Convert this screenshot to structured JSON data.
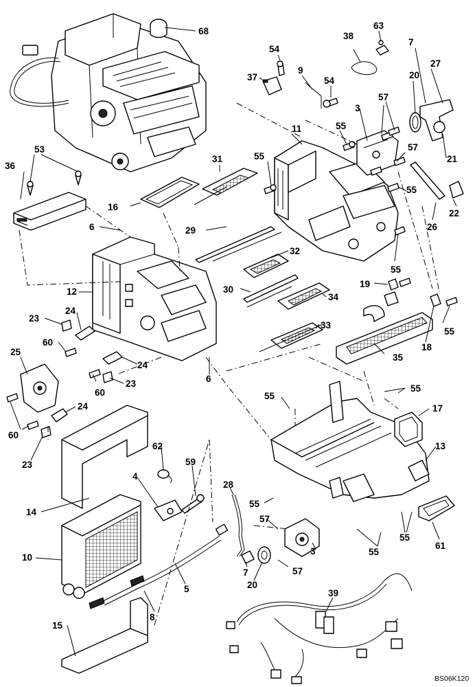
{
  "diagram": {
    "drawing_code": "BS06K120",
    "callouts": [
      {
        "id": "c68",
        "text": "68"
      },
      {
        "id": "c54a",
        "text": "54"
      },
      {
        "id": "c38",
        "text": "38"
      },
      {
        "id": "c63",
        "text": "63"
      },
      {
        "id": "c7a",
        "text": "7"
      },
      {
        "id": "c27",
        "text": "27"
      },
      {
        "id": "c37",
        "text": "37"
      },
      {
        "id": "c9",
        "text": "9"
      },
      {
        "id": "c54b",
        "text": "54"
      },
      {
        "id": "c20a",
        "text": "20"
      },
      {
        "id": "c57a",
        "text": "57"
      },
      {
        "id": "c3a",
        "text": "3"
      },
      {
        "id": "c55a",
        "text": "55"
      },
      {
        "id": "c11",
        "text": "11"
      },
      {
        "id": "c57b",
        "text": "57"
      },
      {
        "id": "c21",
        "text": "21"
      },
      {
        "id": "c53",
        "text": "53"
      },
      {
        "id": "c36",
        "text": "36"
      },
      {
        "id": "c31",
        "text": "31"
      },
      {
        "id": "c55b",
        "text": "55"
      },
      {
        "id": "c55c",
        "text": "55"
      },
      {
        "id": "c22",
        "text": "22"
      },
      {
        "id": "c16",
        "text": "16"
      },
      {
        "id": "c26",
        "text": "26"
      },
      {
        "id": "c6a",
        "text": "6"
      },
      {
        "id": "c29",
        "text": "29"
      },
      {
        "id": "c32",
        "text": "32"
      },
      {
        "id": "c55d",
        "text": "55"
      },
      {
        "id": "c12",
        "text": "12"
      },
      {
        "id": "c19",
        "text": "19"
      },
      {
        "id": "c30",
        "text": "30"
      },
      {
        "id": "c34",
        "text": "34"
      },
      {
        "id": "c24a",
        "text": "24"
      },
      {
        "id": "c23a",
        "text": "23"
      },
      {
        "id": "c33",
        "text": "33"
      },
      {
        "id": "c55e",
        "text": "55"
      },
      {
        "id": "c18",
        "text": "18"
      },
      {
        "id": "c60a",
        "text": "60"
      },
      {
        "id": "c35",
        "text": "35"
      },
      {
        "id": "c25",
        "text": "25"
      },
      {
        "id": "c24b",
        "text": "24"
      },
      {
        "id": "c23b",
        "text": "23"
      },
      {
        "id": "c6b",
        "text": "6"
      },
      {
        "id": "c60b",
        "text": "60"
      },
      {
        "id": "c55f",
        "text": "55"
      },
      {
        "id": "c55g",
        "text": "55"
      },
      {
        "id": "c24c",
        "text": "24"
      },
      {
        "id": "c17",
        "text": "17"
      },
      {
        "id": "c60c",
        "text": "60"
      },
      {
        "id": "c62",
        "text": "62"
      },
      {
        "id": "c23c",
        "text": "23"
      },
      {
        "id": "c13",
        "text": "13"
      },
      {
        "id": "c59",
        "text": "59"
      },
      {
        "id": "c4",
        "text": "4"
      },
      {
        "id": "c28",
        "text": "28"
      },
      {
        "id": "c55h",
        "text": "55"
      },
      {
        "id": "c14",
        "text": "14"
      },
      {
        "id": "c57c",
        "text": "57"
      },
      {
        "id": "c10",
        "text": "10"
      },
      {
        "id": "c3b",
        "text": "3"
      },
      {
        "id": "c55i",
        "text": "55"
      },
      {
        "id": "c55j",
        "text": "55"
      },
      {
        "id": "c61",
        "text": "61"
      },
      {
        "id": "c7b",
        "text": "7"
      },
      {
        "id": "c57d",
        "text": "57"
      },
      {
        "id": "c5",
        "text": "5"
      },
      {
        "id": "c20b",
        "text": "20"
      },
      {
        "id": "c39",
        "text": "39"
      },
      {
        "id": "c8",
        "text": "8"
      },
      {
        "id": "c15",
        "text": "15"
      }
    ]
  }
}
